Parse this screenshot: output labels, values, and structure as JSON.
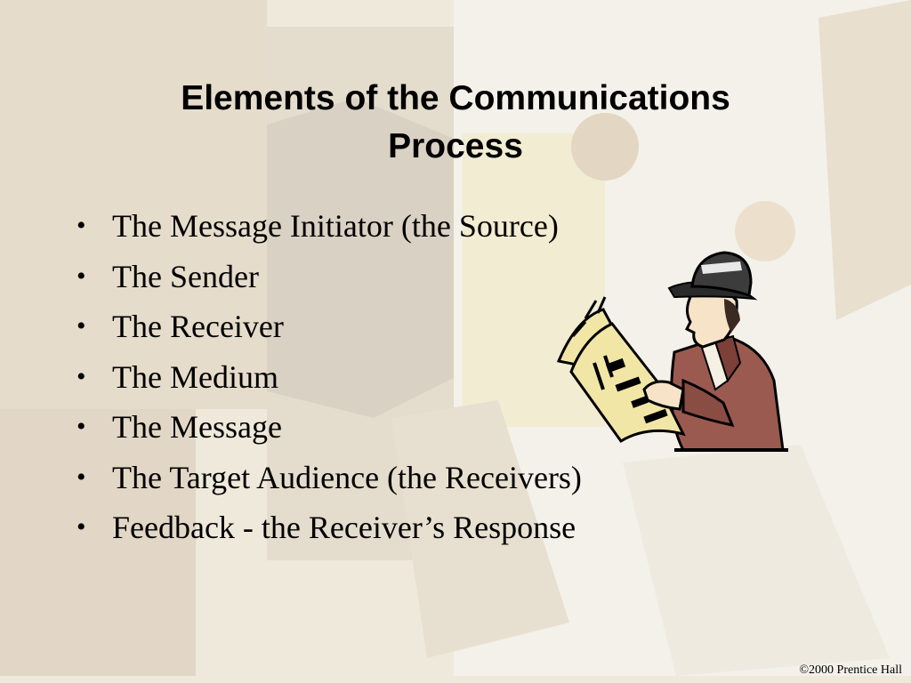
{
  "slide": {
    "title_line1": "Elements of the Communications",
    "title_line2": "Process",
    "bullets": [
      "The Message Initiator (the Source)",
      "The Sender",
      "The Receiver",
      "The Medium",
      "The Message",
      "The Target Audience (the Receivers)",
      "Feedback - the Receiver’s Response"
    ],
    "bullet_glyph": "•",
    "footer": "©2000 Prentice Hall"
  },
  "colors": {
    "background": "#efe9dc",
    "text": "#000000",
    "jacket": "#9b5a50",
    "newspaper": "#f2e6a6"
  },
  "icons": {
    "clipart": "man-reading-newspaper-icon"
  }
}
